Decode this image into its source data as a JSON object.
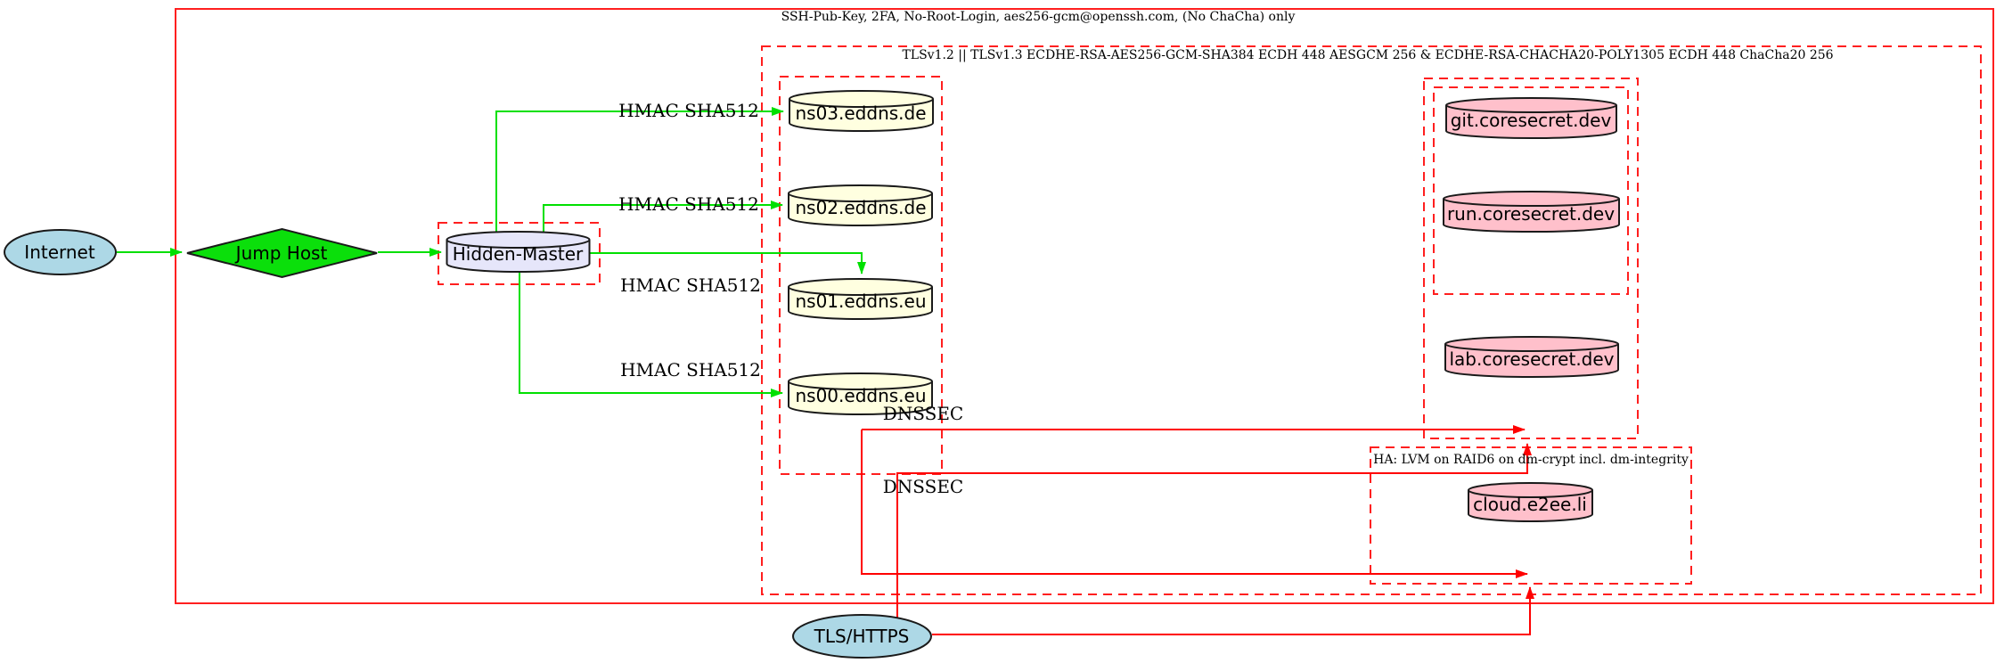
{
  "diagram": {
    "clusters": {
      "ssh": {
        "label": "SSH-Pub-Key, 2FA, No-Root-Login, aes256-gcm@openssh.com, (No ChaCha) only"
      },
      "tls": {
        "label": "TLSv1.2 || TLSv1.3 ECDHE-RSA-AES256-GCM-SHA384 ECDH 448 AESGCM 256 & ECDHE-RSA-CHACHA20-POLY1305 ECDH 448 ChaCha20 256"
      },
      "ha": {
        "label": "HA: LVM on RAID6 on dm-crypt incl. dm-integrity"
      }
    },
    "nodes": {
      "internet": {
        "label": "Internet",
        "shape": "ellipse",
        "fill": "#add8e6"
      },
      "jump_host": {
        "label": "Jump Host",
        "shape": "diamond",
        "fill": "#0bdf0b"
      },
      "hidden_master": {
        "label": "Hidden-Master",
        "shape": "cylinder",
        "fill": "#e6e6fa"
      },
      "ns03": {
        "label": "ns03.eddns.de",
        "shape": "cylinder",
        "fill": "#ffffe0"
      },
      "ns02": {
        "label": "ns02.eddns.de",
        "shape": "cylinder",
        "fill": "#ffffe0"
      },
      "ns01": {
        "label": "ns01.eddns.eu",
        "shape": "cylinder",
        "fill": "#ffffe0"
      },
      "ns00": {
        "label": "ns00.eddns.eu",
        "shape": "cylinder",
        "fill": "#ffffe0"
      },
      "git": {
        "label": "git.coresecret.dev",
        "shape": "cylinder",
        "fill": "#ffc0cb"
      },
      "run": {
        "label": "run.coresecret.dev",
        "shape": "cylinder",
        "fill": "#ffc0cb"
      },
      "lab": {
        "label": "lab.coresecret.dev",
        "shape": "cylinder",
        "fill": "#ffc0cb"
      },
      "cloud": {
        "label": "cloud.e2ee.li",
        "shape": "cylinder",
        "fill": "#ffc0cb"
      },
      "tls_https": {
        "label": "TLS/HTTPS",
        "shape": "ellipse",
        "fill": "#add8e6"
      }
    },
    "edge_labels": {
      "hmac1": "HMAC SHA512",
      "hmac2": "HMAC SHA512",
      "hmac3": "HMAC SHA512",
      "hmac4": "HMAC SHA512",
      "dnssec1": "DNSSEC",
      "dnssec2": "DNSSEC"
    },
    "colors": {
      "cluster_border": "#ff1f1f",
      "green_edge": "#00e000",
      "red_edge": "#ff0000",
      "node_border": "#1a1a1a",
      "text": "#000000"
    }
  }
}
